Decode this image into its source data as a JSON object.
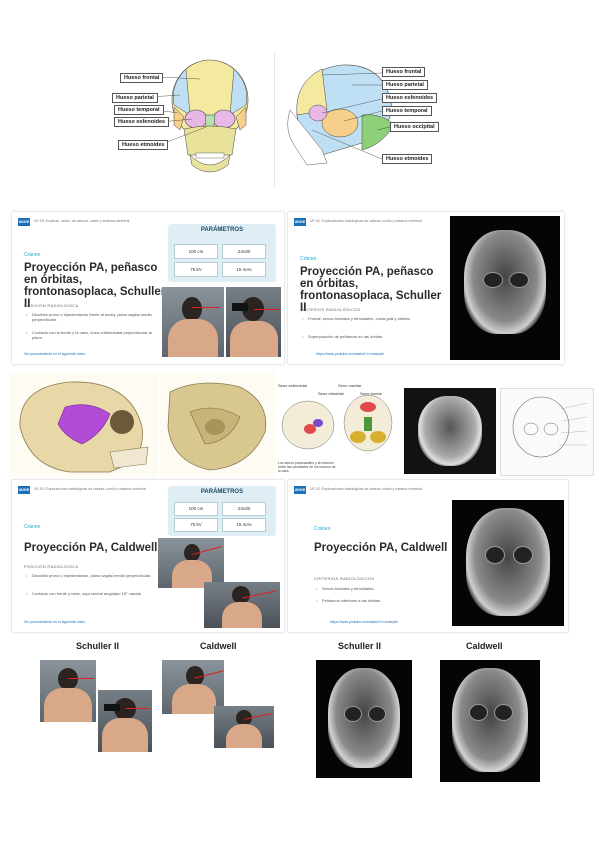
{
  "skull_front": {
    "labels": [
      "Hueso frontal",
      "Hueso parietal",
      "Hueso temporal",
      "Hueso esfenoides",
      "Hueso etmoides"
    ]
  },
  "skull_side": {
    "labels": [
      "Hueso frontal",
      "Hueso parietal",
      "Hueso esfenoides",
      "Hueso temporal",
      "Hueso occipital",
      "Hueso etmoides"
    ]
  },
  "slide1": {
    "brand": "UNIVE",
    "course": "UF-03. Explorac. radiol. de cabeza, cuello y sistema vertebral",
    "kicker": "Cráneo",
    "title": "Proyección PA, peñasco en órbitas, frontonasoplaca, Schuller II",
    "section": "POSICIÓN RADIOLÓGICA",
    "bullets": [
      "Decúbito prono o bipedestación frente al bucky, plano sagital medio perpendicular.",
      "Contacto con la frente y la nariz, línea orbitomeatal perpendicular al plano."
    ],
    "link": "Ver procedimiento en el siguiente vídeo"
  },
  "params1": {
    "header": "PARÁMETROS",
    "cells": [
      "100 cm",
      "24x30",
      "75 kV",
      "15 mAs"
    ]
  },
  "slide2": {
    "brand": "UNIVE",
    "course": "UF-03. Exploraciones radiológicas de cabeza, cuello y sistema vertebral",
    "kicker": "Cráneo",
    "title": "Proyección PA, peñasco en órbitas, frontonasoplaca, Schuller II",
    "section": "CRITERIOS RADIOLÓGICOS",
    "bullets": [
      "Frontal, senos frontales y etmoidales, crista galli y órbitas.",
      "Superposición de peñascos en las órbitas."
    ],
    "link": "https://www.youtube.com/watch?v=example"
  },
  "anatomy_labels": [
    "Seno esfenoidal",
    "Seno maxilar",
    "Seno etmoidal",
    "Seno frontal"
  ],
  "anatomy_caption": "Los senos paranasales y la relación entre las cavidades de los huesos de la cara.",
  "slide3": {
    "brand": "UNIVE",
    "course": "UF-03. Exploraciones radiológicas de cabeza, cuello y sistema vertebral",
    "kicker": "Cráneo",
    "title": "Proyección PA, Caldwell",
    "section": "POSICIÓN RADIOLÓGICA",
    "bullets": [
      "Decúbito prono o bipedestación, plano sagital medio perpendicular.",
      "Contacto con frente y nariz, rayo central angulado 15° caudal."
    ],
    "link": "Ver procedimiento en el siguiente vídeo"
  },
  "params3": {
    "header": "PARÁMETROS",
    "cells": [
      "100 cm",
      "24x30",
      "75 kV",
      "15 mAs"
    ]
  },
  "slide4": {
    "brand": "UNIVE",
    "course": "UF-03. Exploraciones radiológicas de cabeza, cuello y sistema vertebral",
    "kicker": "Cráneo",
    "title": "Proyección PA, Caldwell",
    "section": "CRITERIOS RADIOLÓGICOS",
    "bullets": [
      "Senos frontales y etmoidales.",
      "Peñascos inferiores a las órbitas."
    ],
    "link": "https://www.youtube.com/watch?v=example"
  },
  "bottom_captions": {
    "left_schuller": "Schuller II",
    "left_caldwell": "Caldwell",
    "right_schuller": "Schuller II",
    "right_caldwell": "Caldwell"
  },
  "colors": {
    "frontal": "#f3eaa0",
    "parietal": "#bfe0f4",
    "temporal": "#f6cf8a",
    "esfenoides": "#e8b7e6",
    "occipital": "#8ed07a",
    "etmoides": "#b8e0b0",
    "accent": "#2aa5c5"
  }
}
